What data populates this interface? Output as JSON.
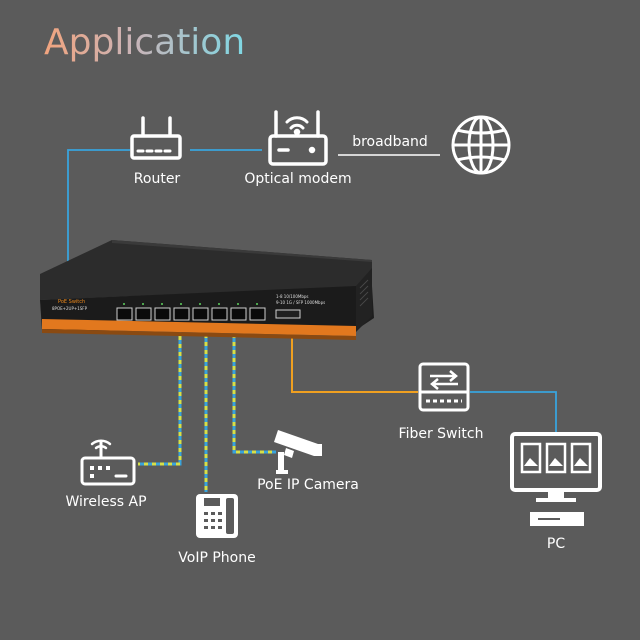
{
  "title": "Application",
  "labels": {
    "router": "Router",
    "optical_modem": "Optical modem",
    "broadband": "broadband",
    "fiber_switch": "Fiber Switch",
    "wireless_ap": "Wireless AP",
    "poe_camera": "PoE IP Camera",
    "voip_phone": "VoIP Phone",
    "pc": "PC"
  },
  "device": {
    "brand": "PoE Switch",
    "model": "8POE+2UP+1SFP",
    "legend_1": "1-8 10/100Mbps",
    "legend_2": "9-10 1G / SFP 1000Mbps"
  },
  "colors": {
    "background": "#5b5b5b",
    "link_blue": "#39a4dc",
    "link_orange": "#f0a020",
    "poe_dash_green": "#d6e04a",
    "icon_white": "#ffffff",
    "switch_stripe": "#e2781e"
  },
  "icons": [
    "router-icon",
    "optical-modem-icon",
    "globe-icon",
    "fiber-switch-icon",
    "wireless-ap-icon",
    "poe-camera-icon",
    "voip-phone-icon",
    "pc-icon",
    "poe-switch-device"
  ]
}
